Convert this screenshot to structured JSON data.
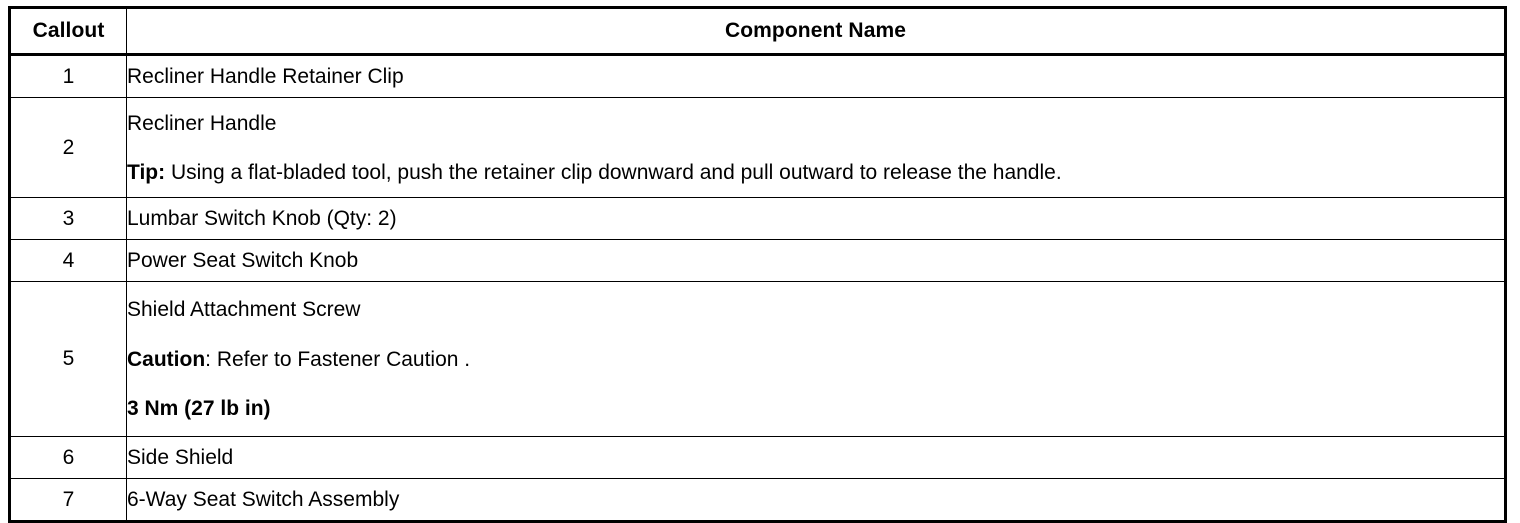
{
  "table": {
    "headers": {
      "callout": "Callout",
      "component_name": "Component Name"
    },
    "rows": [
      {
        "callout": "1",
        "name": "Recliner Handle Retainer Clip",
        "extra": []
      },
      {
        "callout": "2",
        "name": "Recliner Handle",
        "extra": [
          {
            "label": "Tip:",
            "label_bold": true,
            "text": " Using a flat-bladed tool, push the retainer clip downward and pull outward to release the handle."
          }
        ]
      },
      {
        "callout": "3",
        "name": "Lumbar Switch Knob (Qty: 2)",
        "extra": []
      },
      {
        "callout": "4",
        "name": "Power Seat Switch Knob",
        "extra": []
      },
      {
        "callout": "5",
        "name": "Shield Attachment Screw",
        "extra": [
          {
            "label": "Caution",
            "label_bold": true,
            "text": ": Refer to Fastener Caution ."
          },
          {
            "label": "",
            "label_bold": true,
            "text": "3 Nm (27 lb in)"
          }
        ]
      },
      {
        "callout": "6",
        "name": "Side Shield",
        "extra": []
      },
      {
        "callout": "7",
        "name": "6-Way Seat Switch Assembly",
        "extra": []
      }
    ]
  },
  "style": {
    "border_color": "#000000",
    "text_color": "#000000",
    "background": "#ffffff"
  }
}
